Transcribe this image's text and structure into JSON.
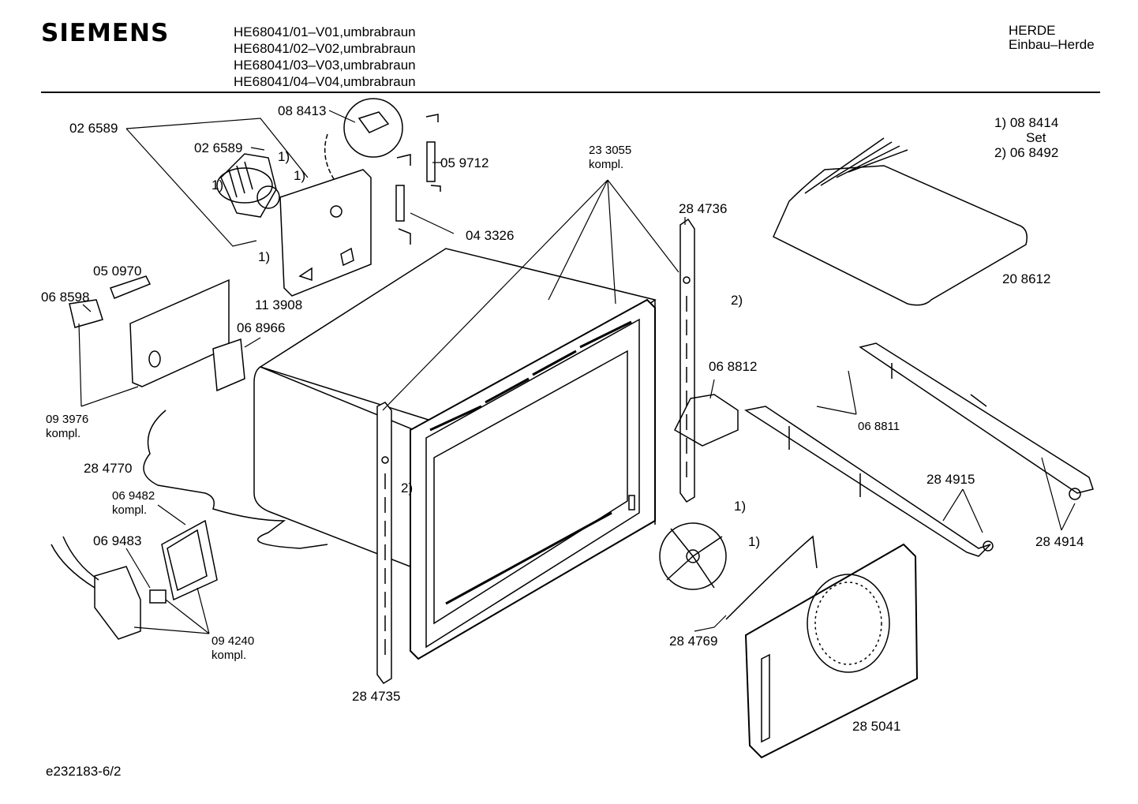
{
  "header": {
    "brand": "SIEMENS",
    "models": [
      "HE68041/01–V01,umbrabraun",
      "HE68041/02–V02,umbrabraun",
      "HE68041/03–V03,umbrabraun",
      "HE68041/04–V04,umbrabraun"
    ],
    "category_line1": "HERDE",
    "category_line2": "Einbau–Herde"
  },
  "legend": {
    "line1": "1)  08 8414",
    "line1_sub": "Set",
    "line2": "2)  06 8492"
  },
  "parts": [
    {
      "id": "p026589a",
      "text": "02 6589"
    },
    {
      "id": "p088413",
      "text": "08 8413"
    },
    {
      "id": "p026589b",
      "text": "02 6589"
    },
    {
      "id": "fn1a",
      "text": "1)"
    },
    {
      "id": "fn1b",
      "text": "1)"
    },
    {
      "id": "fn1c",
      "text": "1)"
    },
    {
      "id": "fn1d",
      "text": "1)"
    },
    {
      "id": "p059712",
      "text": "05 9712"
    },
    {
      "id": "p233055",
      "text": "23 3055"
    },
    {
      "id": "p233055k",
      "text": "kompl."
    },
    {
      "id": "p043326",
      "text": "04 3326"
    },
    {
      "id": "p284736",
      "text": "28 4736"
    },
    {
      "id": "p208612",
      "text": "20 8612"
    },
    {
      "id": "p050970",
      "text": "05 0970"
    },
    {
      "id": "p068598",
      "text": "06 8598"
    },
    {
      "id": "p113908",
      "text": "11 3908"
    },
    {
      "id": "fn2a",
      "text": "2)"
    },
    {
      "id": "p068966",
      "text": "06 8966"
    },
    {
      "id": "p068812",
      "text": "06 8812"
    },
    {
      "id": "p093976",
      "text": "09 3976"
    },
    {
      "id": "p093976k",
      "text": "kompl."
    },
    {
      "id": "p068811",
      "text": "06 8811"
    },
    {
      "id": "p284770",
      "text": "28 4770"
    },
    {
      "id": "fn2b",
      "text": "2)"
    },
    {
      "id": "p284915",
      "text": "28 4915"
    },
    {
      "id": "p069482",
      "text": "06 9482"
    },
    {
      "id": "p069482k",
      "text": "kompl."
    },
    {
      "id": "fn1e",
      "text": "1)"
    },
    {
      "id": "p069483",
      "text": "06 9483"
    },
    {
      "id": "fn1f",
      "text": "1)"
    },
    {
      "id": "p284914",
      "text": "28 4914"
    },
    {
      "id": "p284769",
      "text": "28 4769"
    },
    {
      "id": "p094240",
      "text": "09 4240"
    },
    {
      "id": "p094240k",
      "text": "kompl."
    },
    {
      "id": "p284735",
      "text": "28 4735"
    },
    {
      "id": "p285041",
      "text": "28 5041"
    }
  ],
  "footer": {
    "code": "e232183-6/2"
  }
}
